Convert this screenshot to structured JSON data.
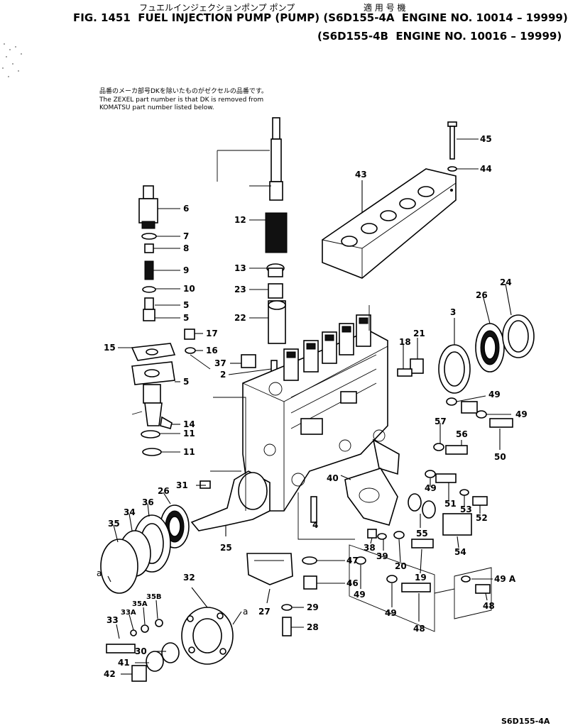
{
  "header": {
    "jp_title": "フュエルインジェクションポンプ ポンプ",
    "jp_applicable": "適 用 号 機",
    "fig_line1": "FIG. 1451  FUEL INJECTION PUMP (PUMP) (S6D155-4A  ENGINE NO. 10014 – 19999)",
    "fig_line2": "(S6D155-4B  ENGINE NO. 10016 – 19999)"
  },
  "notes": {
    "jp": "品番のメーカ部号DKを除いたものがゼクセルの品番です。",
    "en1": "The ZEXEL part number is that DK is removed from",
    "en2": "KOMATSU part number listed below."
  },
  "callouts": [
    "45",
    "44",
    "43",
    "6",
    "7",
    "8",
    "9",
    "10",
    "5",
    "5",
    "17",
    "16",
    "15",
    "5",
    "14",
    "11",
    "11",
    "12",
    "13",
    "23",
    "22",
    "37",
    "2",
    "21",
    "18",
    "3",
    "26",
    "24",
    "49",
    "49",
    "57",
    "56",
    "50",
    "49",
    "51",
    "53",
    "52",
    "40",
    "55",
    "54",
    "31",
    "26",
    "36",
    "34",
    "35",
    "a",
    "25",
    "4",
    "38",
    "39",
    "20",
    "19",
    "47",
    "46",
    "49",
    "49",
    "48",
    "49 A",
    "48",
    "32",
    "35A",
    "35B",
    "33A",
    "33",
    "30",
    "41",
    "42",
    "27",
    "29",
    "28",
    "a"
  ],
  "footer": {
    "code": "S6D155-4A"
  }
}
